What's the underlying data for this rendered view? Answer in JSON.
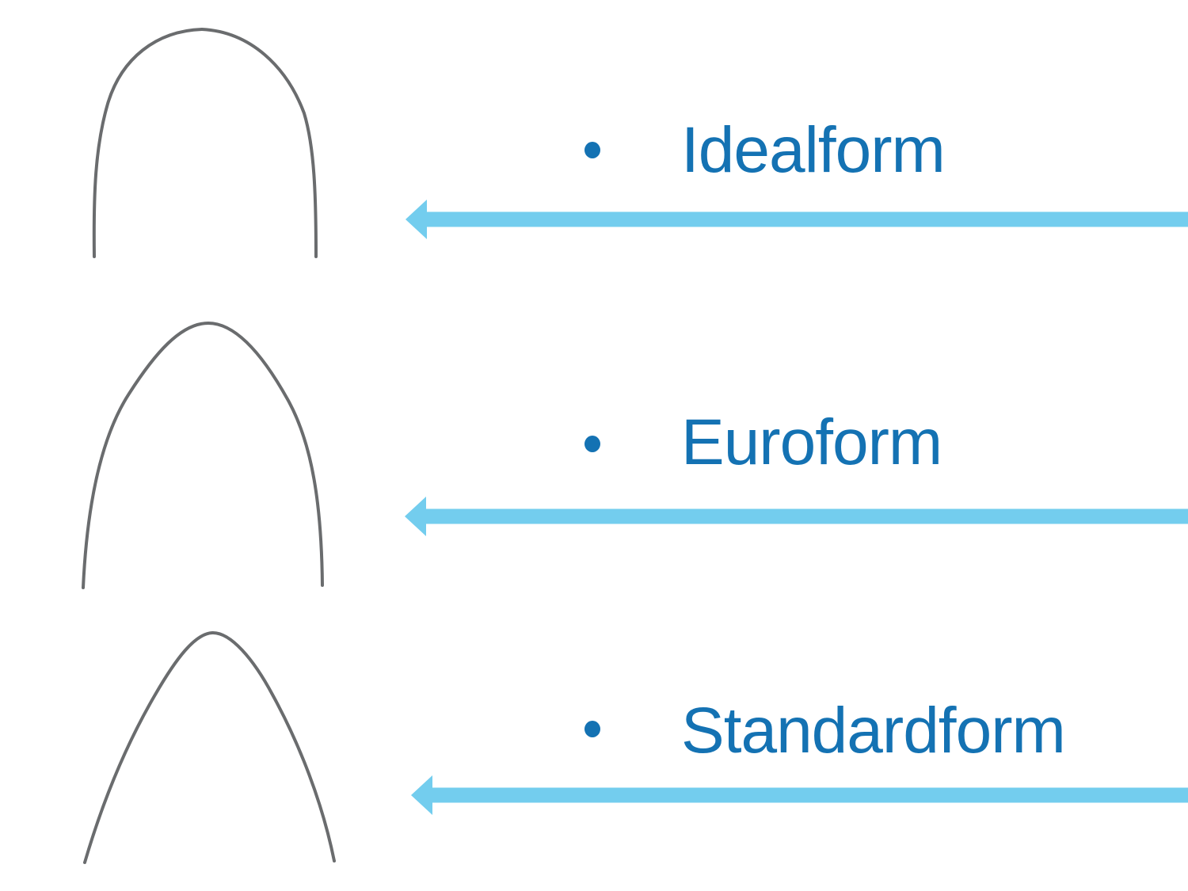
{
  "slide": {
    "background": "#ffffff"
  },
  "colors": {
    "label_blue": "#1472b3",
    "arrow_blue": "#73cdee",
    "wire_gray": "#6a6c6e"
  },
  "items": [
    {
      "label": "Idealform",
      "shape": "idealform-archwire",
      "bullet": "•"
    },
    {
      "label": "Euroform",
      "shape": "euroform-archwire",
      "bullet": "•"
    },
    {
      "label": "Standardform",
      "shape": "standardform-archwire",
      "bullet": "•"
    }
  ]
}
